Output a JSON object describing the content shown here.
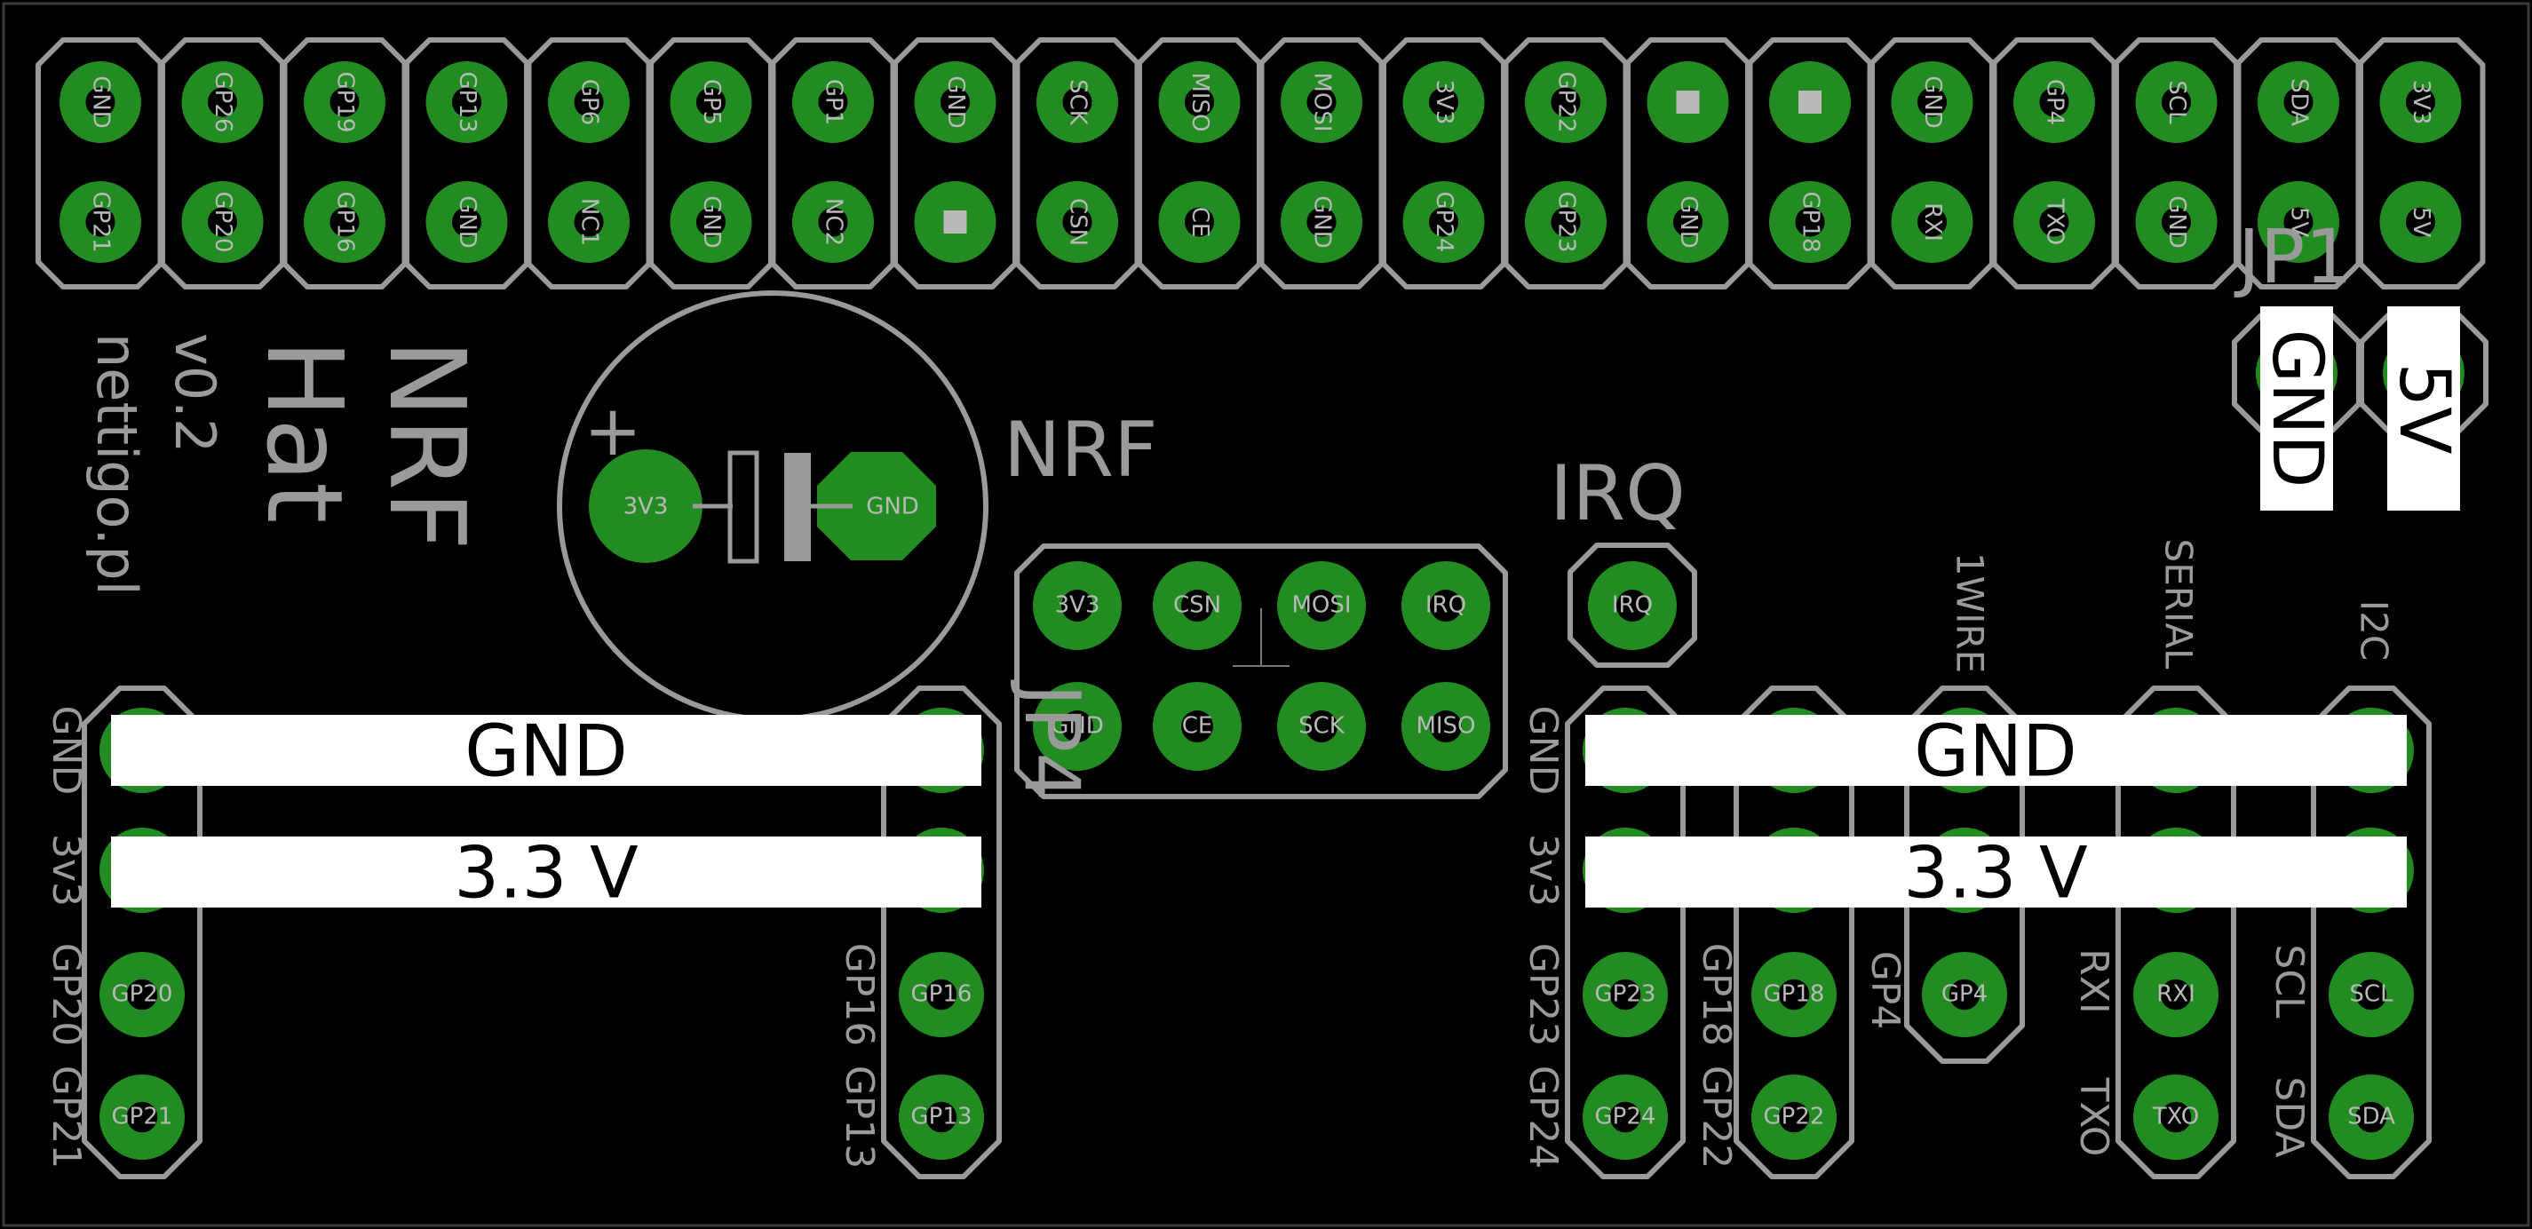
{
  "board": {
    "title_lines": [
      "NRF",
      "Hat"
    ],
    "version": "v0.2",
    "website": "nettigo.pl",
    "colors": {
      "background": "#000000",
      "silkscreen": "#9a9a9a",
      "copper": "#228b22",
      "label_bar": "#ffffff"
    }
  },
  "jp1": {
    "name": "JP1",
    "row_top": [
      "GND",
      "GP26",
      "GP19",
      "GP13",
      "GP6",
      "GP5",
      "GP1",
      "GND",
      "SCK",
      "MISO",
      "MOSI",
      "3V3",
      "GP22",
      "",
      "",
      "GND",
      "GP4",
      "SCL",
      "SDA",
      "3V3"
    ],
    "row_bottom": [
      "GP21",
      "GP20",
      "GP16",
      "GND",
      "NC1",
      "GND",
      "NC2",
      "",
      "CSN",
      "CE",
      "GND",
      "GP24",
      "GP23",
      "GND",
      "GP18",
      "RXI",
      "TXO",
      "GND",
      "5V",
      "5V"
    ],
    "labels": {
      "gnd": "GND",
      "v5": "5V"
    }
  },
  "capacitor": {
    "plus": "+",
    "pin1": "3V3",
    "pin2": "GND"
  },
  "nrf": {
    "name": "JP4",
    "title": "NRF",
    "row1": [
      "3V3",
      "CSN",
      "MOSI",
      "IRQ"
    ],
    "row2": [
      "GND",
      "CE",
      "SCK",
      "MISO"
    ]
  },
  "irq": {
    "title": "IRQ",
    "pin": "IRQ"
  },
  "left_header": {
    "side_labels": [
      "GND",
      "3v3",
      "GP20",
      "GP21"
    ],
    "right_labels": [
      "GP16",
      "GP13"
    ],
    "pins_left": [
      "GP20",
      "GP21"
    ],
    "pins_right": [
      "GP16",
      "GP13"
    ],
    "bar_gnd": "GND",
    "bar_3v3": "3.3 V"
  },
  "right_header": {
    "side_labels": [
      "GND",
      "3v3",
      "GP23",
      "GP24"
    ],
    "col2_labels": [
      "GP18",
      "GP22"
    ],
    "col3_label": "GP4",
    "col4_labels": [
      "RXI",
      "TXO"
    ],
    "col5_labels": [
      "SCL",
      "SDA"
    ],
    "group_labels": [
      "1WIRE",
      "SERIAL",
      "I2C"
    ],
    "pins": [
      "GP23",
      "GP24",
      "GP18",
      "GP22",
      "GP4",
      "RXI",
      "TXO",
      "SCL",
      "SDA"
    ],
    "bar_gnd": "GND",
    "bar_3v3": "3.3 V"
  }
}
